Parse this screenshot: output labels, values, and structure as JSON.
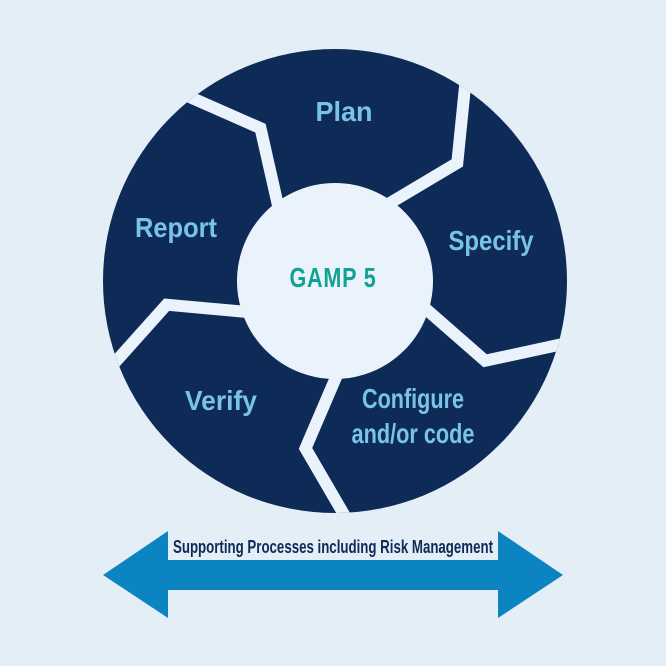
{
  "diagram": {
    "center_label": "GAMP 5",
    "segments": [
      {
        "name": "plan",
        "label": "Plan"
      },
      {
        "name": "specify",
        "label": "Specify"
      },
      {
        "name": "configure-code",
        "label_lines": [
          "Configure",
          "and/or code"
        ]
      },
      {
        "name": "verify",
        "label": "Verify"
      },
      {
        "name": "report",
        "label": "Report"
      }
    ]
  },
  "supporting_arrow": {
    "label": "Supporting Processes including Risk Management"
  },
  "colors": {
    "background": "#e4eef7",
    "ring": "#0e2a57",
    "divider_gap": "#eaf3fb",
    "center_circle": "#eaf3fb",
    "segment_label": "#79c3e9",
    "center_label": "#12a294",
    "arrow": "#0b84c1",
    "arrow_label": "#0e2a57"
  }
}
